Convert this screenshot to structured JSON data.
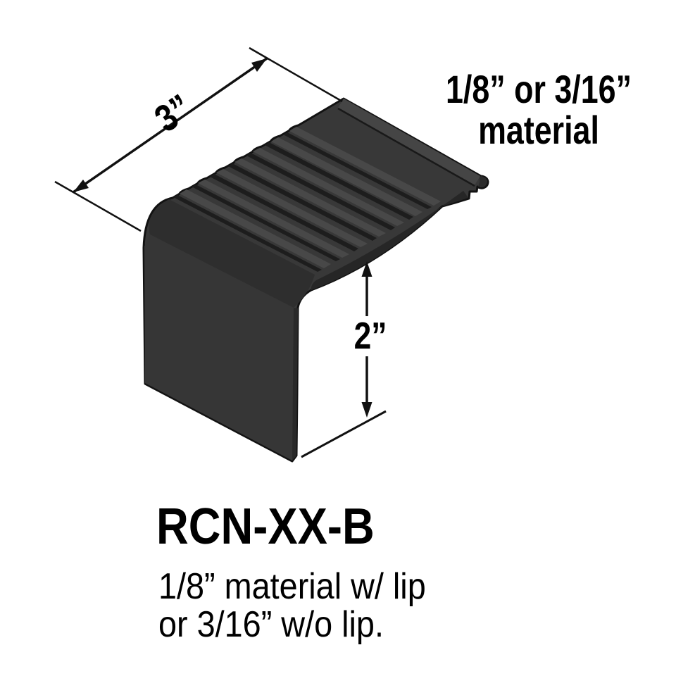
{
  "page": {
    "background": "#ffffff"
  },
  "diagram": {
    "subject": "stair-nosing-profile",
    "colors": {
      "body": "#383838",
      "groove": "#1d1d1d",
      "ridge": "#484848",
      "front_face": "#363636",
      "nose_band": "#2e2e2e",
      "end_cut": "#262626",
      "lip_band": "#454545",
      "outline": "#121212",
      "annotation": "#000000"
    },
    "dimensions": {
      "width": {
        "label": "3”"
      },
      "height": {
        "label": "2”"
      }
    },
    "material_note": {
      "line1": "1/8” or 3/16”",
      "line2": "material"
    }
  },
  "product": {
    "model": "RCN-XX-B",
    "description_line1": "1/8” material w/ lip",
    "description_line2": "or 3/16” w/o lip."
  }
}
